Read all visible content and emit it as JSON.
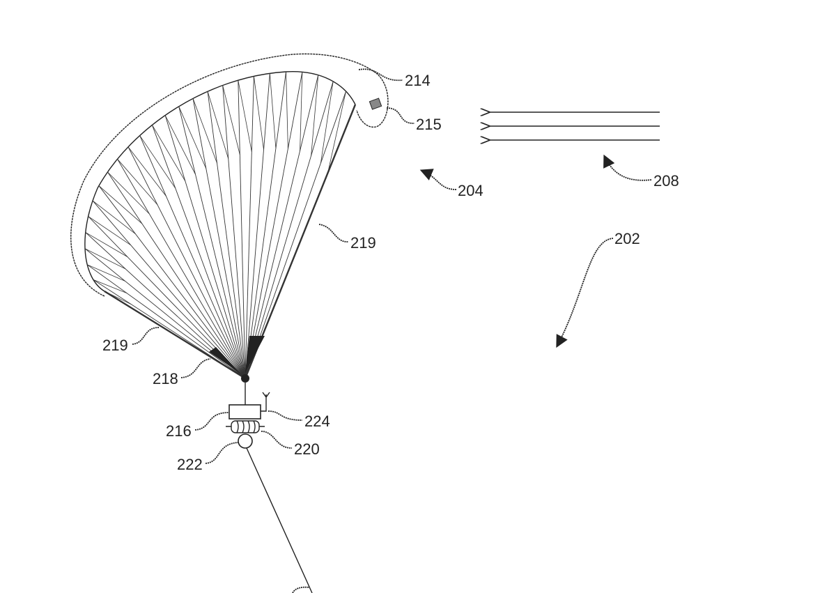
{
  "figure": {
    "labels": {
      "canopy_edge": "214",
      "sensor": "215",
      "wind": "208",
      "kite_motion": "204",
      "system": "202",
      "bridle_lines_right": "219",
      "bridle_lines_left": "219",
      "bridle_point": "218",
      "control_pod": "216",
      "antenna": "224",
      "winch": "220",
      "pulley": "222"
    }
  }
}
